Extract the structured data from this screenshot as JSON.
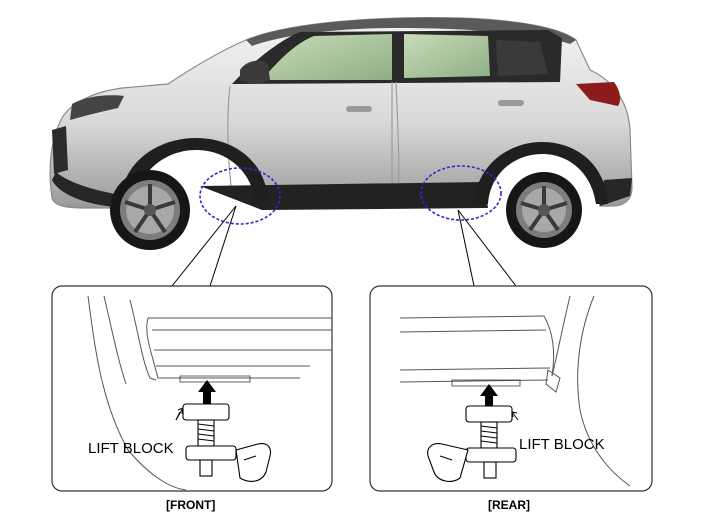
{
  "labels": {
    "front_lift_block": "LIFT BLOCK",
    "rear_lift_block": "LIFT BLOCK",
    "front_caption": "[FRONT]",
    "rear_caption": "[REAR]"
  },
  "colors": {
    "car_body": "#e3e3e3",
    "car_dark": "#1f1f1f",
    "window_green": "#b6ccab",
    "callout_ellipse": "#2c2cc8",
    "line": "#000000",
    "panel_border": "#333333"
  },
  "icons": {
    "front_arrow": "up-arrow-icon",
    "rear_arrow": "up-arrow-icon"
  }
}
